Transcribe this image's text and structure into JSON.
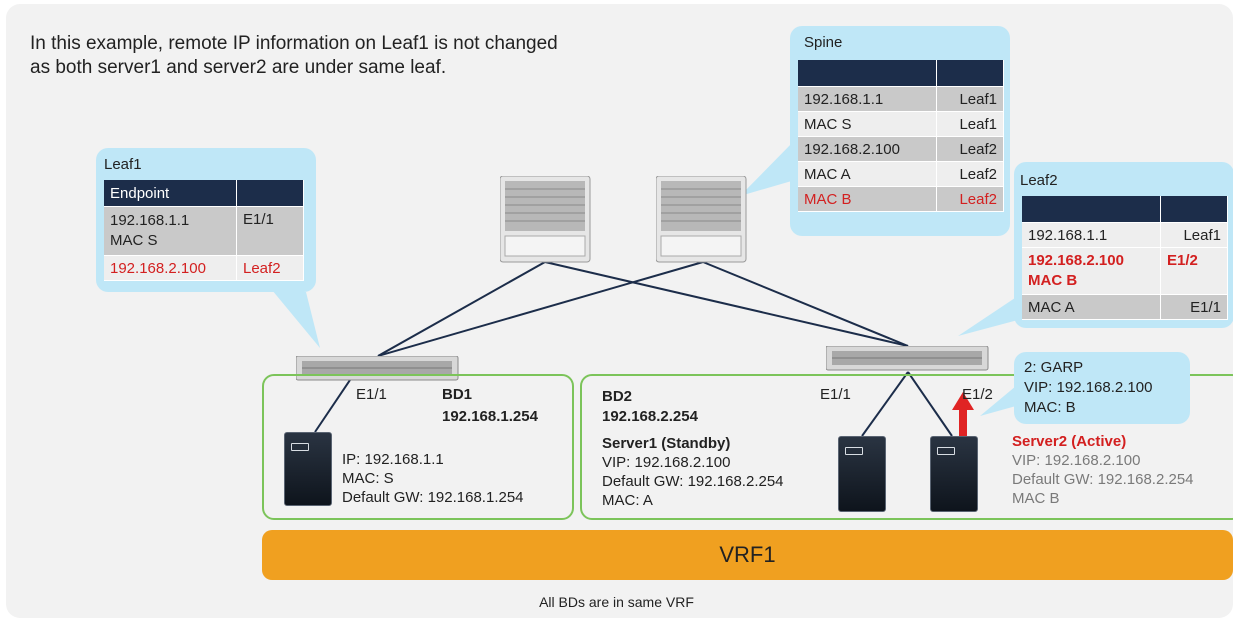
{
  "intro": {
    "line1": "In this example, remote IP information on Leaf1 is not changed",
    "line2": "as both server1 and server2 are under same leaf."
  },
  "leaf1_table": {
    "title": "Leaf1",
    "header": [
      "Endpoint",
      ""
    ],
    "rows": [
      {
        "c1a": "192.168.1.1",
        "c1b": "MAC S",
        "c2": "E1/1"
      },
      {
        "c1": "192.168.2.100",
        "c2": "Leaf2",
        "highlight": true
      }
    ]
  },
  "spine_table": {
    "title": "Spine",
    "header": [
      "",
      ""
    ],
    "rows": [
      {
        "c1": "192.168.1.1",
        "c2": "Leaf1"
      },
      {
        "c1": "MAC S",
        "c2": "Leaf1"
      },
      {
        "c1": "192.168.2.100",
        "c2": "Leaf2"
      },
      {
        "c1": "MAC A",
        "c2": "Leaf2"
      },
      {
        "c1": "MAC B",
        "c2": "Leaf2",
        "highlight": true
      }
    ]
  },
  "leaf2_table": {
    "title": "Leaf2",
    "header": [
      "",
      ""
    ],
    "rows": [
      {
        "c1": "192.168.1.1",
        "c2": "Leaf1"
      },
      {
        "c1a": "192.168.2.100",
        "c1b": "MAC B",
        "c2": "E1/2",
        "highlight": true
      },
      {
        "c1": "MAC A",
        "c2": "E1/1"
      }
    ]
  },
  "bd1": {
    "port": "E1/1",
    "name": "BD1",
    "gw": "192.168.1.254",
    "server": {
      "ip": "IP: 192.168.1.1",
      "mac": "MAC: S",
      "gw": "Default GW: 192.168.1.254"
    }
  },
  "bd2": {
    "name": "BD2",
    "gw": "192.168.2.254",
    "port1": "E1/1",
    "port2": "E1/2",
    "server1": {
      "title": "Server1 (Standby)",
      "vip": "VIP: 192.168.2.100",
      "gw": "Default GW: 192.168.2.254",
      "mac": "MAC: A"
    },
    "server2": {
      "title": "Server2 (Active)",
      "vip": "VIP: 192.168.2.100",
      "gw": "Default GW: 192.168.2.254",
      "mac": "MAC B"
    }
  },
  "garp": {
    "line1": "2: GARP",
    "line2": "VIP: 192.168.2.100",
    "line3": "MAC: B"
  },
  "vrf": {
    "label": "VRF1"
  },
  "footer": "All BDs are in same VRF",
  "colors": {
    "callout": "#bfe7f7",
    "table_header": "#1c2d4a",
    "row_dark": "#c9c9c9",
    "row_light": "#eeeeee",
    "highlight": "#d32020",
    "bd_border": "#7cc45a",
    "vrf": "#f0a020",
    "link": "#1c2d4a"
  },
  "icons": [
    "spine-switch-icon",
    "leaf-switch-icon",
    "server-icon",
    "red-up-arrow-icon"
  ]
}
